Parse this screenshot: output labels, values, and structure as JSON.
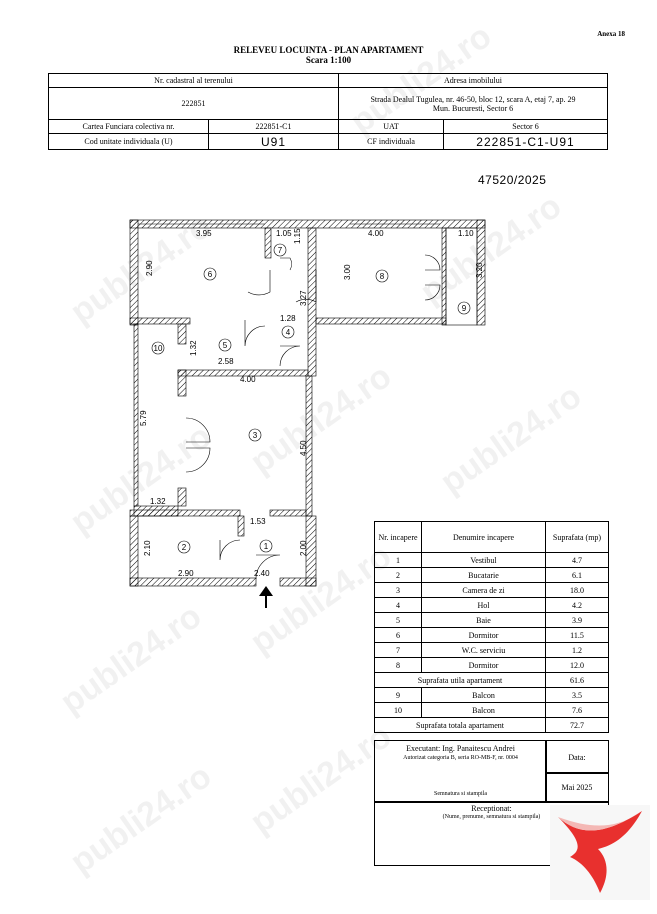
{
  "annex": "Anexa 18",
  "title": "RELEVEU LOCUINTA - PLAN APARTAMENT",
  "scale": "Scara 1:100",
  "header": {
    "cadastral_label": "Nr. cadastral al terenului",
    "cadastral_value": "222851",
    "address_label": "Adresa imobilului",
    "address_line1": "Strada Dealul Tugulea, nr. 46-50, bloc 12, scara A, etaj 7, ap. 29",
    "address_line2": "Mun. Bucuresti, Sector 6",
    "cf_label": "Cartea Funciara colectiva nr.",
    "cf_value": "222851-C1",
    "uat_label": "UAT",
    "uat_value": "Sector 6",
    "unit_label": "Cod unitate individuala (U)",
    "unit_value": "U91",
    "cf_ind_label": "CF individuala",
    "cf_ind_value": "222851-C1-U91"
  },
  "doc_number": "47520/2025",
  "plan": {
    "dims": [
      "3.95",
      "1.05",
      "1.15",
      "4.00",
      "1.10",
      "2.90",
      "3.00",
      "3.20",
      "3.27",
      "1.28",
      "1.32",
      "2.58",
      "4.00",
      "5.79",
      "4.50",
      "1.32",
      "1.53",
      "2.10",
      "2.00",
      "2.90",
      "2.40"
    ],
    "room_numbers": [
      "1",
      "2",
      "3",
      "4",
      "5",
      "6",
      "7",
      "8",
      "9",
      "10"
    ]
  },
  "rooms_table": {
    "col_nr": "Nr. incapere",
    "col_name": "Denumire incapere",
    "col_area": "Suprafata (mp)",
    "rows": [
      {
        "nr": "1",
        "name": "Vestibul",
        "area": "4.7"
      },
      {
        "nr": "2",
        "name": "Bucatarie",
        "area": "6.1"
      },
      {
        "nr": "3",
        "name": "Camera de zi",
        "area": "18.0"
      },
      {
        "nr": "4",
        "name": "Hol",
        "area": "4.2"
      },
      {
        "nr": "5",
        "name": "Baie",
        "area": "3.9"
      },
      {
        "nr": "6",
        "name": "Dormitor",
        "area": "11.5"
      },
      {
        "nr": "7",
        "name": "W.C. serviciu",
        "area": "1.2"
      },
      {
        "nr": "8",
        "name": "Dormitor",
        "area": "12.0"
      }
    ],
    "util_label": "Suprafata utila apartament",
    "util_value": "61.6",
    "balcony_rows": [
      {
        "nr": "9",
        "name": "Balcon",
        "area": "3.5"
      },
      {
        "nr": "10",
        "name": "Balcon",
        "area": "7.6"
      }
    ],
    "total_label": "Suprafata totala apartament",
    "total_value": "72.7"
  },
  "executant": {
    "label": "Executant: Ing. Panaitescu Andrei",
    "auth": "Autorizat categoria B, seria RO-MB-F, nr. 0004",
    "sign": "Semnatura si stampila",
    "date_label": "Data:",
    "date_value": "Mai 2025",
    "receptionat": "Receptionat:",
    "receptionat_sub": "(Nume, prenume, semnatura si stampila)"
  },
  "watermark": "publi24.ro",
  "colors": {
    "logo": "#e8302e",
    "logo_light": "#f4b8b5"
  }
}
